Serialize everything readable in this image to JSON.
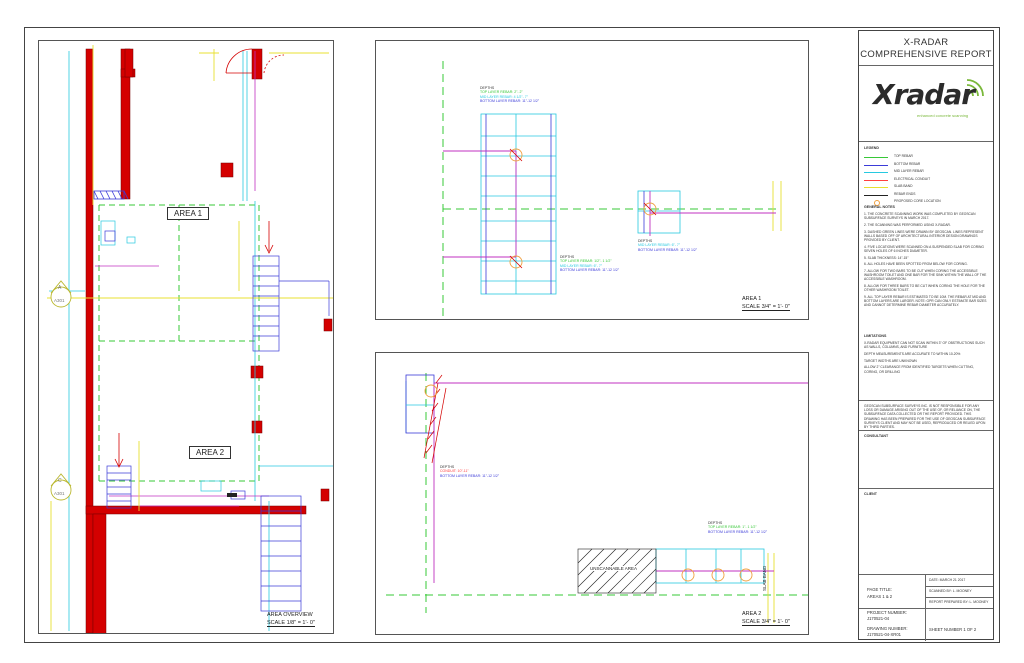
{
  "title_block": {
    "title_line1": "X-RADAR",
    "title_line2": "COMPREHENSIVE REPORT",
    "logo_text": "Xradar",
    "logo_tagline": "enhanced concrete scanning",
    "logo_color": "#2b2b2b",
    "logo_accent": "#7ab83a",
    "legend_header": "LEGEND",
    "legend": [
      {
        "label": "TOP REBAR",
        "color": "#37c837"
      },
      {
        "label": "BOTTOM REBAR",
        "color": "#3b3bd8"
      },
      {
        "label": "MID LAYER REBAR",
        "color": "#27c9e0"
      },
      {
        "label": "ELECTRICAL CONDUIT",
        "color": "#ff4040"
      },
      {
        "label": "SLAB BAND",
        "color": "#e8e030"
      },
      {
        "label": "REBAR ENDS",
        "color": "#222222"
      },
      {
        "label": "PROPOSED CORE LOCATION",
        "color": "#f0a040"
      }
    ],
    "notes_header": "GENERAL NOTES",
    "notes": [
      "1. THE CONCRETE SCANNING WORK WAS COMPLETED BY GEOSCAN SUBSURFACE SURVEYS IN MARCH 2017.",
      "2. THE SCANNING WAS PERFORMED USING X-RADAR.",
      "3. DASHED GREEN LINES WERE DRAWN BY GEOSCAN. LINES REPRESENT WALLS BASED OFF OF ARCHITECTURAL INTERIOR DESIGN DRAWINGS PROVIDED BY CLIENT.",
      "4. FIVE LOCATIONS WERE SCANNED ON A SUSPENDED SLAB FOR CORING SEVEN HOLES OF 6 INCHES DIAMETER.",
      "5. SLAB THICKNESS: 14\"-15\"",
      "6. ALL HOLES HAVE BEEN SPOTTED FROM BELOW FOR CORING.",
      "7. ALLOW FOR TWO BARS TO BE CUT WHEN CORING THE ACCESSIBLE WASHROOM TOILET AND ONE BAR FOR THE SINK WITHIN THE WALL OF THE ACCESSIBLE WASHROOM.",
      "8. ALLOW FOR THREE BARS TO BE CUT WHEN CORING THE HOLE FOR THE OTHER WASHROOM TOILET.",
      "9. ALL TOP LAYER REBAR IS ESTIMATED TO BE 10M. THE REBAR AT MID AND BOTTOM LAYERS ARE LARGER. NOTE: GPR CAN ONLY ESTIMATE BAR SIZES AND CANNOT DETERMINE REBAR DIAMETER ACCURATELY."
    ],
    "limits_header": "LIMITATIONS",
    "limits": [
      "X-RADAR EQUIPMENT CAN NOT SCAN WITHIN 3\" OF OBSTRUCTIONS SUCH AS WALLS, COLUMNS, AND FURNITURE",
      "DEPTH MEASUREMENTS ARE ACCURATE TO WITHIN 10-20%",
      "TARGET WIDTHS ARE UNKNOWN",
      "ALLOW 2\" CLEARANCE FROM IDENTIFIED TARGETS WHEN CUTTING, CORING, OR DRILLING"
    ],
    "disclaimer": "GEOSCAN SUBSURFACE SURVEYS INC. IS NOT RESPONSIBLE FOR ANY LOSS OR DAMAGE ARISING OUT OF THE USE OF, OR RELIANCE ON, THE SUBSURFACE DATA COLLECTED OR THE REPORT PROVIDED. THIS DRAWING HAS BEEN PREPARED FOR THE USE OF GEOSCAN SUBSURFACE SURVEYS CLIENT AND MAY NOT BE USED, REPRODUCED OR RELIED UPON BY THIRD PARTIES.",
    "consultant_label": "CONSULTANT",
    "client_label": "CLIENT",
    "page_title_label": "PAGE TITLE:",
    "page_title_value": "AREAS 1 & 2",
    "date": "DATE: MARCH 21 2017",
    "scanned_by": "SCANNED BY: L. MOONEY",
    "prepared_by": "REPORT PREPARED BY: L. MOONEY",
    "project_number_label": "PROJECT NUMBER:",
    "project_number": "J170521-04",
    "drawing_number_label": "DRAWING NUMBER:",
    "drawing_number": "J170521-04-XR01",
    "sheet_number": "SHEET NUMBER 1 OF 2"
  },
  "overview": {
    "area1_label": "AREA 1",
    "area2_label": "AREA 2",
    "marker_a_letter": "A",
    "marker_a_ref": "A301",
    "marker_c_letter": "C",
    "marker_c_ref": "A301",
    "caption": "AREA OVERVIEW",
    "scale": "SCALE 1/8\" = 1'- 0\""
  },
  "area1_detail": {
    "depths1": {
      "title": "DEPTHS",
      "top": "TOP LAYER REBAR: 2\"- 2\"",
      "mid": "MID LAYER REBAR: 4 1/2\"- 7\"",
      "bottom": "BOTTOM LAYER REBAR: 11\"-12 1/2\""
    },
    "depths2": {
      "title": "DEPTHS",
      "top": "TOP LAYER REBAR: 1/2\"- 1 1/2\"",
      "mid": "MID LAYER REBAR: 6\"- 7\"",
      "bottom": "BOTTOM LAYER REBAR: 11\"-12 1/2\""
    },
    "depths3": {
      "title": "DEPTHS",
      "mid": "MID LAYER REBAR: 6\"- 7\"",
      "bottom": "BOTTOM LAYER REBAR: 11\"-12 1/2\""
    },
    "caption": "AREA 1",
    "scale": "SCALE 3/4\" = 1'- 0\""
  },
  "area2_detail": {
    "depths1": {
      "title": "DEPTHS",
      "conduit": "CONDUIT: 10\"-11\"",
      "bottom": "BOTTOM LAYER REBAR: 11\"-12 1/2\""
    },
    "depths2": {
      "title": "DEPTHS",
      "top": "TOP LAYER REBAR: 1\"- 1 1/2\"",
      "bottom": "BOTTOM LAYER REBAR: 11\"-12 1/2\""
    },
    "unscannable": "UNSCANNABLE AREA",
    "slab_band": "SLAB BAND",
    "caption": "AREA 2",
    "scale": "SCALE 3/4\" = 1'- 0\""
  }
}
